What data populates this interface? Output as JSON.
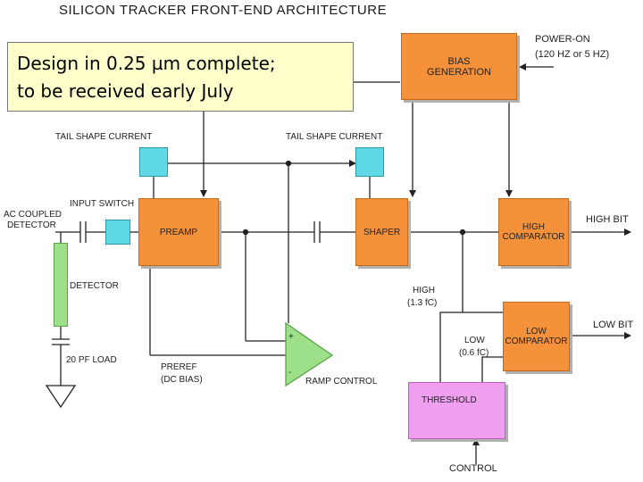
{
  "title": "SILICON TRACKER FRONT-END ARCHITECTURE",
  "note": {
    "line1": "Design in 0.25 µm complete;",
    "line2": "to be received early July"
  },
  "blocks": {
    "bias": "BIAS GENERATION",
    "preamp": "PREAMP",
    "shaper": "SHAPER",
    "high_comparator": "HIGH COMPARATOR",
    "low_comparator": "LOW COMPARATOR",
    "threshold": "THRESHOLD"
  },
  "labels": {
    "power_on": "POWER-ON",
    "power_on_freq": "(120 HZ or 5 HZ)",
    "tail_shape_left": "TAIL SHAPE CURRENT",
    "tail_shape_right": "TAIL SHAPE CURRENT",
    "input_switch": "INPUT SWITCH",
    "ac_coupled_1": "AC COUPLED",
    "ac_coupled_2": "DETECTOR",
    "detector": "DETECTOR",
    "load": "20 PF LOAD",
    "high_bit": "HIGH BIT",
    "low_bit": "LOW BIT",
    "high_1": "HIGH",
    "high_2": "(1.3 fC)",
    "low_1": "LOW",
    "low_2": "(0.6 fC)",
    "preref_1": "PREREF",
    "preref_2": "(DC BIAS)",
    "ramp_control": "RAMP CONTROL",
    "control": "CONTROL",
    "plus": "+",
    "minus": "-"
  },
  "colors": {
    "orange": "#f4913a",
    "cyan": "#5fd9e6",
    "green": "#9ee08a",
    "pink": "#ef9ef0",
    "note_bg": "#ffffcc"
  }
}
